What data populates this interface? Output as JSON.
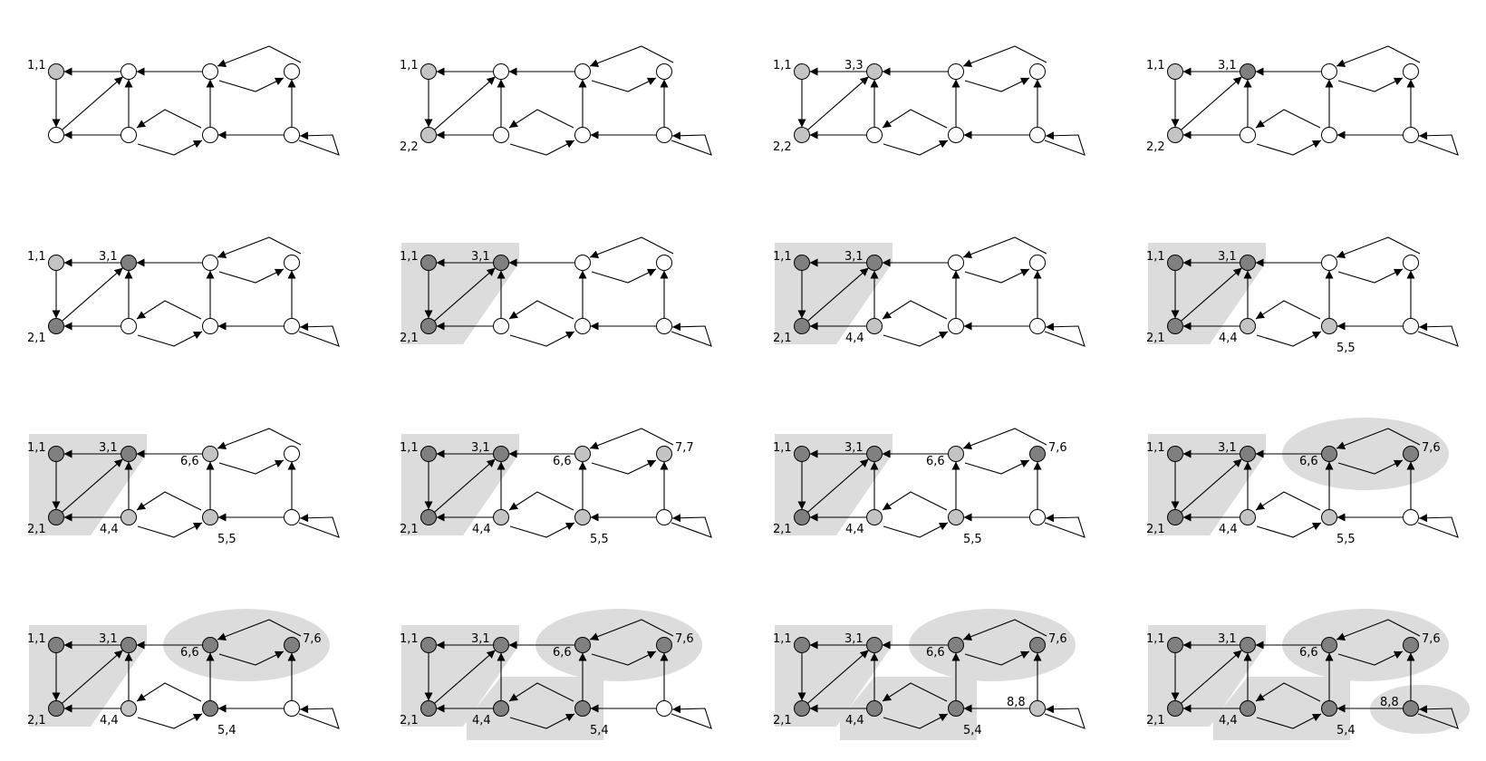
{
  "colors": {
    "white": "#ffffff",
    "visited": "#c4c4c4",
    "done": "#808080",
    "component": "#dcdcdc"
  },
  "icons": {
    "node": "circle-node",
    "edge": "arrow-edge"
  },
  "panels": [
    {
      "states": [
        "v",
        "w",
        "w",
        "w",
        "w",
        "w",
        "w",
        "w"
      ],
      "labels": [
        "1,1",
        "",
        "",
        "",
        "",
        "",
        "",
        ""
      ],
      "components": []
    },
    {
      "states": [
        "v",
        "w",
        "w",
        "w",
        "v",
        "w",
        "w",
        "w"
      ],
      "labels": [
        "1,1",
        "",
        "",
        "",
        "2,2",
        "",
        "",
        ""
      ],
      "components": []
    },
    {
      "states": [
        "v",
        "v",
        "w",
        "w",
        "v",
        "w",
        "w",
        "w"
      ],
      "labels": [
        "1,1",
        "3,3",
        "",
        "",
        "2,2",
        "",
        "",
        ""
      ],
      "components": []
    },
    {
      "states": [
        "v",
        "d",
        "w",
        "w",
        "v",
        "w",
        "w",
        "w"
      ],
      "labels": [
        "1,1",
        "3,1",
        "",
        "",
        "2,2",
        "",
        "",
        ""
      ],
      "components": []
    },
    {
      "states": [
        "v",
        "d",
        "w",
        "w",
        "d",
        "w",
        "w",
        "w"
      ],
      "labels": [
        "1,1",
        "3,1",
        "",
        "",
        "2,1",
        "",
        "",
        ""
      ],
      "components": []
    },
    {
      "states": [
        "d",
        "d",
        "w",
        "w",
        "d",
        "w",
        "w",
        "w"
      ],
      "labels": [
        "1,1",
        "3,1",
        "",
        "",
        "2,1",
        "",
        "",
        ""
      ],
      "components": [
        "A"
      ]
    },
    {
      "states": [
        "d",
        "d",
        "w",
        "w",
        "d",
        "v",
        "w",
        "w"
      ],
      "labels": [
        "1,1",
        "3,1",
        "",
        "",
        "2,1",
        "4,4",
        "",
        ""
      ],
      "components": [
        "A"
      ]
    },
    {
      "states": [
        "d",
        "d",
        "w",
        "w",
        "d",
        "v",
        "v",
        "w"
      ],
      "labels": [
        "1,1",
        "3,1",
        "",
        "",
        "2,1",
        "4,4",
        "5,5",
        ""
      ],
      "components": [
        "A"
      ]
    },
    {
      "states": [
        "d",
        "d",
        "v",
        "w",
        "d",
        "v",
        "v",
        "w"
      ],
      "labels": [
        "1,1",
        "3,1",
        "6,6",
        "",
        "2,1",
        "4,4",
        "5,5",
        ""
      ],
      "components": [
        "A"
      ]
    },
    {
      "states": [
        "d",
        "d",
        "v",
        "v",
        "d",
        "v",
        "v",
        "w"
      ],
      "labels": [
        "1,1",
        "3,1",
        "6,6",
        "7,7",
        "2,1",
        "4,4",
        "5,5",
        ""
      ],
      "components": [
        "A"
      ]
    },
    {
      "states": [
        "d",
        "d",
        "v",
        "d",
        "d",
        "v",
        "v",
        "w"
      ],
      "labels": [
        "1,1",
        "3,1",
        "6,6",
        "7,6",
        "2,1",
        "4,4",
        "5,5",
        ""
      ],
      "components": [
        "A"
      ]
    },
    {
      "states": [
        "d",
        "d",
        "d",
        "d",
        "d",
        "v",
        "v",
        "w"
      ],
      "labels": [
        "1,1",
        "3,1",
        "6,6",
        "7,6",
        "2,1",
        "4,4",
        "5,5",
        ""
      ],
      "components": [
        "A",
        "B"
      ]
    },
    {
      "states": [
        "d",
        "d",
        "d",
        "d",
        "d",
        "v",
        "d",
        "w"
      ],
      "labels": [
        "1,1",
        "3,1",
        "6,6",
        "7,6",
        "2,1",
        "4,4",
        "5,4",
        ""
      ],
      "components": [
        "A",
        "B"
      ]
    },
    {
      "states": [
        "d",
        "d",
        "d",
        "d",
        "d",
        "d",
        "d",
        "w"
      ],
      "labels": [
        "1,1",
        "3,1",
        "6,6",
        "7,6",
        "2,1",
        "4,4",
        "5,4",
        ""
      ],
      "components": [
        "A",
        "B",
        "C"
      ]
    },
    {
      "states": [
        "d",
        "d",
        "d",
        "d",
        "d",
        "d",
        "d",
        "v"
      ],
      "labels": [
        "1,1",
        "3,1",
        "6,6",
        "7,6",
        "2,1",
        "4,4",
        "5,4",
        "8,8"
      ],
      "components": [
        "A",
        "B",
        "C"
      ]
    },
    {
      "states": [
        "d",
        "d",
        "d",
        "d",
        "d",
        "d",
        "d",
        "d"
      ],
      "labels": [
        "1,1",
        "3,1",
        "6,6",
        "7,6",
        "2,1",
        "4,4",
        "5,4",
        "8,8"
      ],
      "components": [
        "A",
        "B",
        "C",
        "D"
      ]
    }
  ]
}
